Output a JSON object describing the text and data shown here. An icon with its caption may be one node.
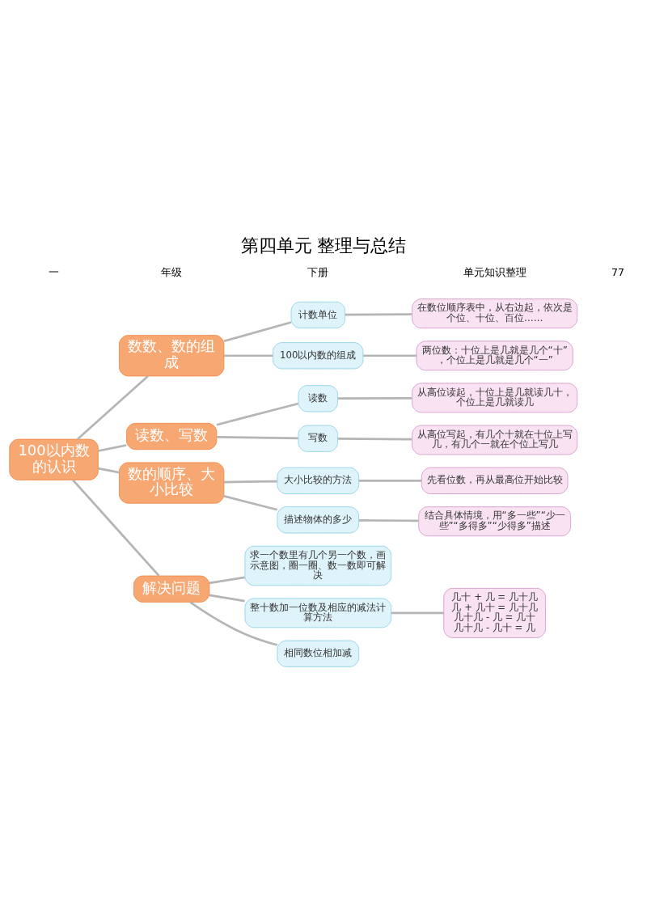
{
  "diagram": {
    "title": "第四单元 整理与总结",
    "nodes": [
      {
        "text": [
          "100以内数的认识"
        ]
      },
      {
        "text": [
          "数数、数的组成"
        ]
      },
      {
        "text": [
          "计数单位"
        ]
      },
      {
        "text": [
          "在数位顺序表中，从右边起，依次是个位、十位、百位……"
        ]
      },
      {
        "text": [
          "100以内数的组成"
        ]
      },
      {
        "text": [
          "两位数：十位上是几就是几个“十”，个位上是几就是几个“一”"
        ]
      },
      {
        "text": [
          "读数、写数"
        ]
      },
      {
        "text": [
          "读数"
        ]
      },
      {
        "text": [
          "从高位读起，十位上是几就读几十，个位上是几就读几"
        ]
      },
      {
        "text": [
          "写数"
        ]
      },
      {
        "text": [
          "从高位写起，有几个十就在十位上写几，有几个一就在个位上写几"
        ]
      },
      {
        "text": [
          "数的顺序、大小比较"
        ]
      },
      {
        "text": [
          "大小比较的方法"
        ]
      },
      {
        "text": [
          "先看位数，再从最高位开始比较"
        ]
      },
      {
        "text": [
          "描述物体的多少"
        ]
      },
      {
        "text": [
          "结合具体情境，用“多一些”“少一些”“多得多”“少得多”描述"
        ]
      },
      {
        "text": [
          "解决问题"
        ]
      },
      {
        "text": [
          "求一个数里有几个另一个数，画示意图，圈一圈、数一数即可解决"
        ]
      },
      {
        "text": [
          "整十数加一位数及相应的减法计算方法"
        ]
      },
      {
        "text": [
          "几十 + 几 = 几十几",
          "几 + 几十 = 几十几",
          "几十几 - 几 = 几十",
          "几十几 - 几十 = 几"
        ]
      },
      {
        "text": [
          "相同数位相加减"
        ]
      }
    ],
    "edges": [
      {
        "from": 0,
        "to": 1,
        "arrow": "none"
      },
      {
        "from": 0,
        "to": 6,
        "arrow": "none"
      },
      {
        "from": 0,
        "to": 11,
        "arrow": "none"
      },
      {
        "from": 0,
        "to": 16,
        "arrow": "none"
      },
      {
        "from": 1,
        "to": 2,
        "arrow": "none"
      },
      {
        "from": 1,
        "to": 4,
        "arrow": "none"
      },
      {
        "from": 2,
        "to": 3,
        "arrow": "none"
      },
      {
        "from": 4,
        "to": 5,
        "arrow": "none"
      },
      {
        "from": 6,
        "to": 7,
        "arrow": "none"
      },
      {
        "from": 6,
        "to": 9,
        "arrow": "none"
      },
      {
        "from": 7,
        "to": 8,
        "arrow": "none"
      },
      {
        "from": 9,
        "to": 10,
        "arrow": "none"
      },
      {
        "from": 11,
        "to": 12,
        "arrow": "none"
      },
      {
        "from": 11,
        "to": 14,
        "arrow": "none"
      },
      {
        "from": 12,
        "to": 13,
        "arrow": "none"
      },
      {
        "from": 14,
        "to": 15,
        "arrow": "none"
      },
      {
        "from": 16,
        "to": 17,
        "arrow": "none"
      },
      {
        "from": 16,
        "to": 18,
        "arrow": "none"
      },
      {
        "from": 16,
        "to": 20,
        "arrow": "none"
      },
      {
        "from": 18,
        "to": 19,
        "arrow": "none"
      }
    ],
    "labels": [
      "一",
      "年级",
      "下册",
      "单元知识整理",
      "77"
    ]
  }
}
